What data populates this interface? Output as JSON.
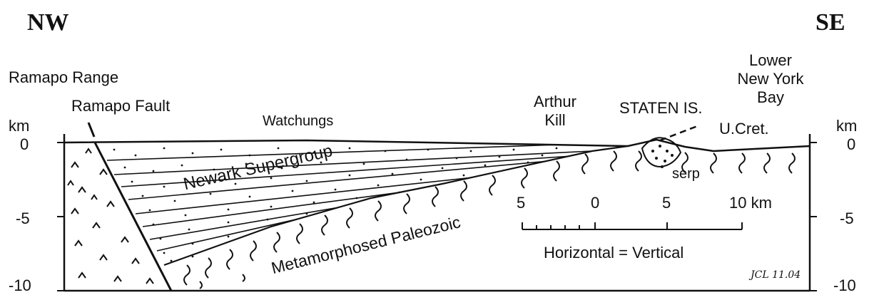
{
  "headers": {
    "left": "NW",
    "right": "SE"
  },
  "labels": {
    "ramapo_range": "Ramapo Range",
    "ramapo_fault": "Ramapo Fault",
    "watchungs": "Watchungs",
    "arthur_kill_1": "Arthur",
    "arthur_kill_2": "Kill",
    "staten_island": "STATEN IS.",
    "lower_ny_bay_1": "Lower",
    "lower_ny_bay_2": "New York",
    "lower_ny_bay_3": "Bay",
    "u_cret": "U.Cret.",
    "newark": "Newark Supergroup",
    "paleozoic": "Metamorphosed Paleozoic",
    "serp": "serp",
    "signature": "JCL 11.04"
  },
  "depth_axis": {
    "unit": "km",
    "ticks": [
      "0",
      "-5",
      "-10"
    ]
  },
  "scale_bar": {
    "ticks": [
      "5",
      "0",
      "5",
      "10 km"
    ],
    "note": "Horizontal = Vertical"
  }
}
